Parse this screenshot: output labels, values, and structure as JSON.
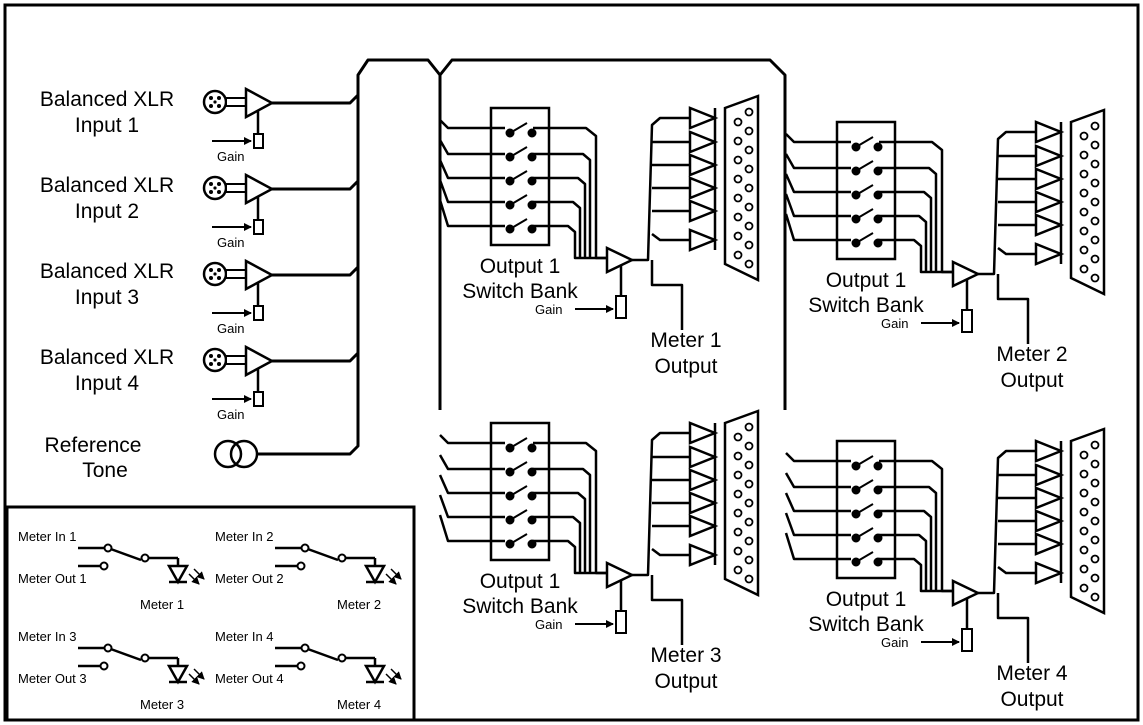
{
  "inputs": [
    {
      "line1": "Balanced XLR",
      "line2": "Input 1",
      "gain": "Gain"
    },
    {
      "line1": "Balanced XLR",
      "line2": "Input 2",
      "gain": "Gain"
    },
    {
      "line1": "Balanced XLR",
      "line2": "Input 3",
      "gain": "Gain"
    },
    {
      "line1": "Balanced XLR",
      "line2": "Input 4",
      "gain": "Gain"
    }
  ],
  "reference": {
    "line1": "Reference",
    "line2": "Tone"
  },
  "banks": [
    {
      "line1": "Output 1",
      "line2": "Switch Bank",
      "gain": "Gain",
      "meter1": "Meter 1",
      "meter2": "Output"
    },
    {
      "line1": "Output 1",
      "line2": "Switch Bank",
      "gain": "Gain",
      "meter1": "Meter 2",
      "meter2": "Output"
    },
    {
      "line1": "Output 1",
      "line2": "Switch Bank",
      "gain": "Gain",
      "meter1": "Meter 3",
      "meter2": "Output"
    },
    {
      "line1": "Output 1",
      "line2": "Switch Bank",
      "gain": "Gain",
      "meter1": "Meter 4",
      "meter2": "Output"
    }
  ],
  "legend": [
    {
      "in": "Meter In 1",
      "out": "Meter Out 1",
      "meter": "Meter 1"
    },
    {
      "in": "Meter In 2",
      "out": "Meter Out 2",
      "meter": "Meter 2"
    },
    {
      "in": "Meter In 3",
      "out": "Meter Out 3",
      "meter": "Meter 3"
    },
    {
      "in": "Meter In 4",
      "out": "Meter Out 4",
      "meter": "Meter 4"
    }
  ]
}
